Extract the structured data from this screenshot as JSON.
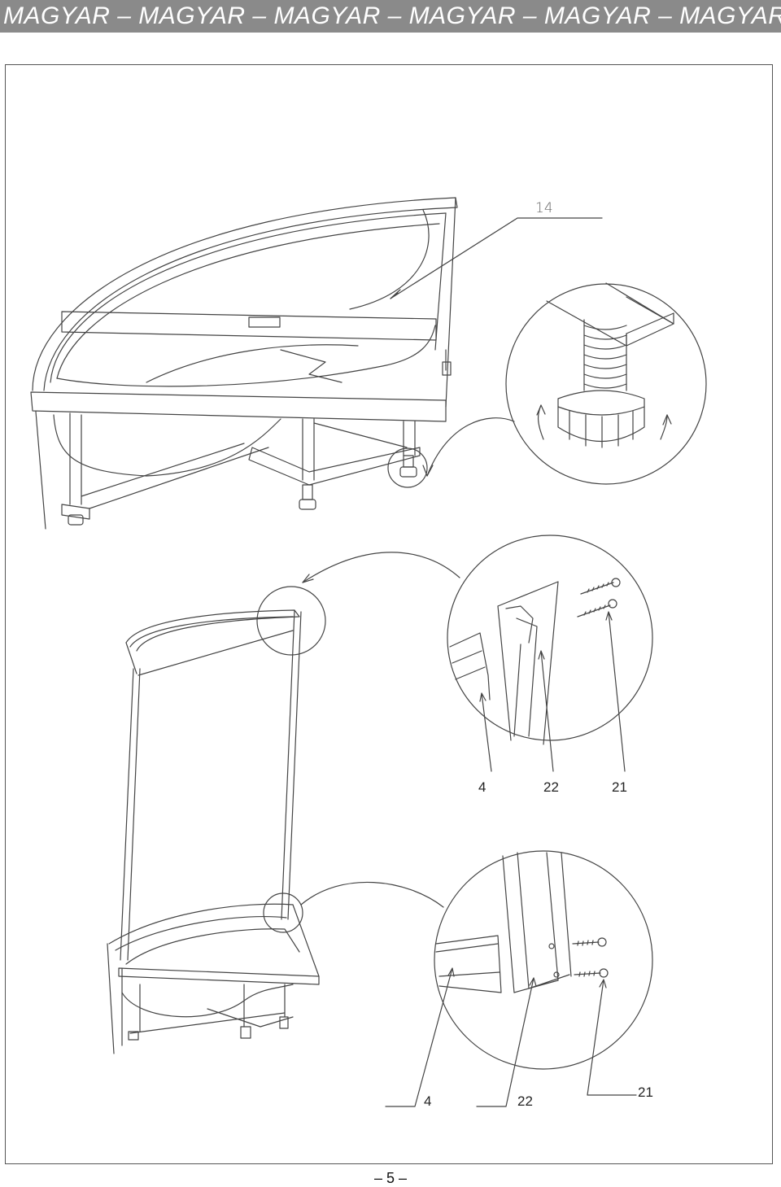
{
  "header": {
    "title": "MAGYAR – MAGYAR – MAGYAR – MAGYAR – MAGYAR – MAGYAR"
  },
  "figure1": {
    "callout_part": "14"
  },
  "figure2": {
    "callouts": [
      "4",
      "22",
      "21"
    ]
  },
  "figure3": {
    "callouts": [
      "4",
      "22",
      "21"
    ]
  },
  "footer": {
    "page_number": "– 5 –"
  }
}
